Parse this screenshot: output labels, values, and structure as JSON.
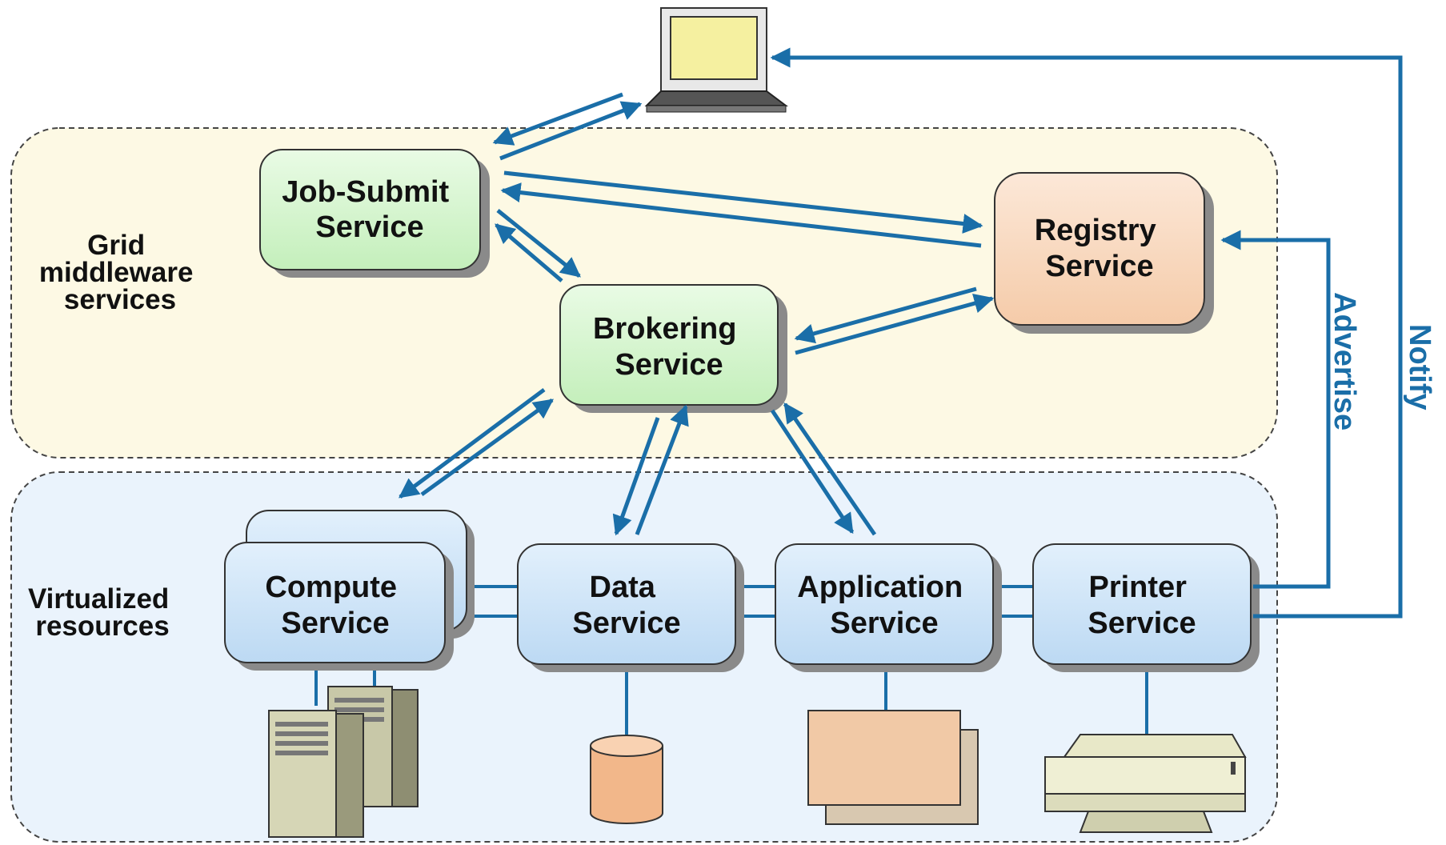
{
  "colors": {
    "arrow": "#1a6ea8",
    "middleware_bg": "#fdf9e4",
    "resources_bg": "#eaf3fc",
    "service_green": "#d4f5cd",
    "registry_fill": "#f9d9c2",
    "resource_fill": "#cde4f8"
  },
  "groups": {
    "middleware": {
      "label_lines": [
        "Grid",
        "middleware",
        "services"
      ]
    },
    "resources": {
      "label_lines": [
        "Virtualized",
        "resources"
      ]
    }
  },
  "services": {
    "job_submit": {
      "lines": [
        "Job-Submit",
        "Service"
      ]
    },
    "registry": {
      "lines": [
        "Registry",
        "Service"
      ]
    },
    "brokering": {
      "lines": [
        "Brokering",
        "Service"
      ]
    },
    "compute": {
      "lines": [
        "Compute",
        "Service"
      ]
    },
    "data": {
      "lines": [
        "Data",
        "Service"
      ]
    },
    "application": {
      "lines": [
        "Application",
        "Service"
      ]
    },
    "printer": {
      "lines": [
        "Printer",
        "Service"
      ]
    }
  },
  "edge_labels": {
    "advertise": "Advertise",
    "notify": "Notify"
  },
  "icons": [
    "laptop-icon",
    "server-tower-icon",
    "database-cylinder-icon",
    "document-stack-icon",
    "printer-icon"
  ]
}
